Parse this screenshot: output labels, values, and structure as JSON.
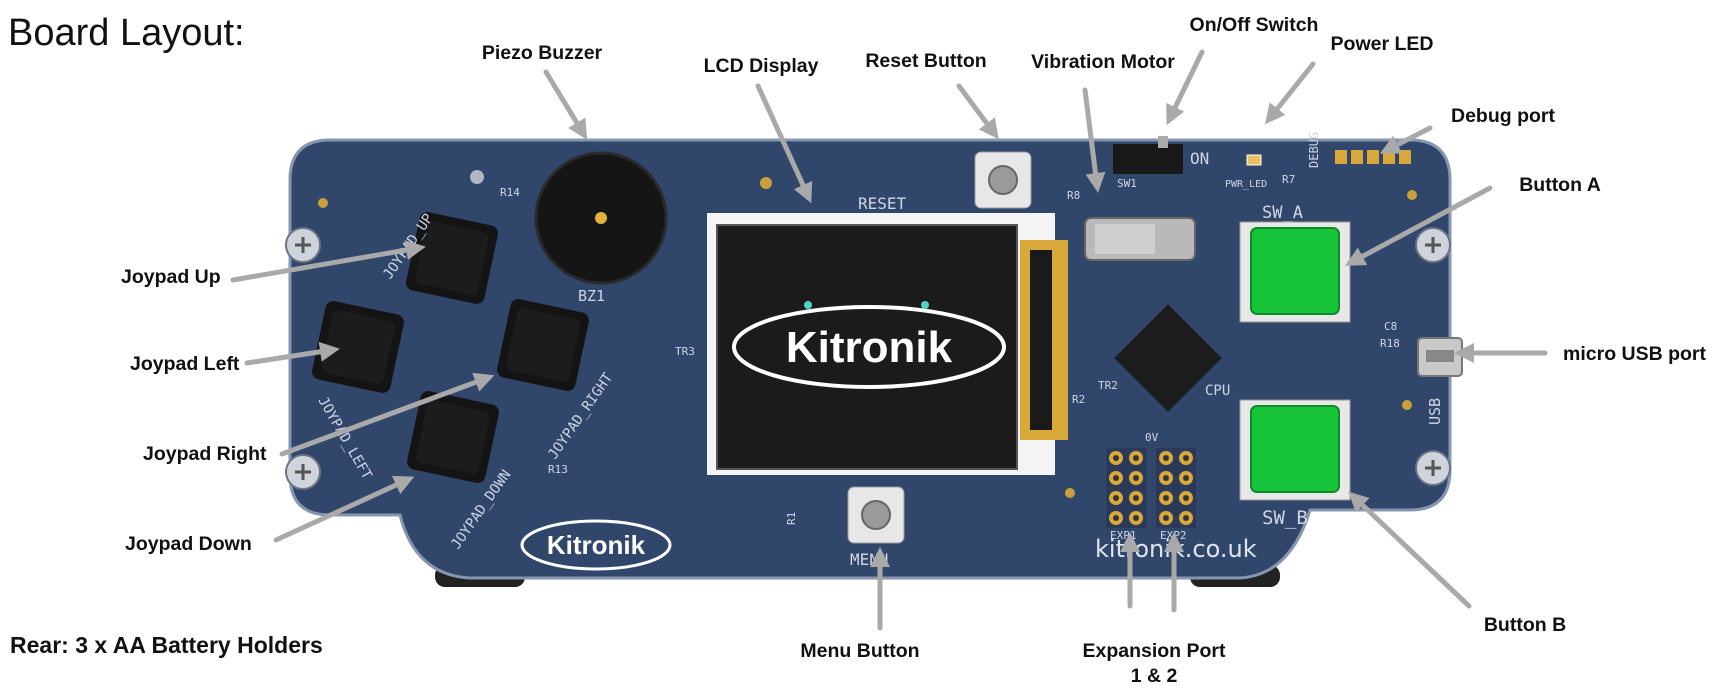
{
  "title": "Board Layout:",
  "rear_note": "Rear: 3 x AA Battery Holders",
  "labels": {
    "piezo": "Piezo Buzzer",
    "lcd": "LCD Display",
    "reset": "Reset Button",
    "vibration": "Vibration Motor",
    "onoff": "On/Off Switch",
    "power_led": "Power LED",
    "debug": "Debug port",
    "button_a": "Button A",
    "usb": "micro USB port",
    "button_b": "Button B",
    "expansion_line1": "Expansion Port",
    "expansion_line2": "1 & 2",
    "menu": "Menu Button",
    "joy_up": "Joypad Up",
    "joy_left": "Joypad Left",
    "joy_right": "Joypad Right",
    "joy_down": "Joypad Down"
  },
  "board": {
    "logo_screen": "Kitronik",
    "logo_board": "Kitronik",
    "website": "kitronik.co.uk",
    "silk": {
      "bz1": "BZ1",
      "reset": "RESET",
      "menu": "MENU",
      "on": "ON",
      "sw1": "SW1",
      "pwr_led": "PWR_LED",
      "debug": "DEBUG",
      "sw_a": "SW_A",
      "sw_b": "SW_B",
      "cpu": "CPU",
      "usb": "USB",
      "exp1": "EXP1",
      "exp2": "EXP2",
      "zero_v": "0V",
      "joy_up": "JOYPAD_UP",
      "joy_left": "JOYPAD_LEFT",
      "joy_down": "JOYPAD_DOWN",
      "joy_right": "JOYPAD_RIGHT",
      "r7": "R7",
      "r8": "R8",
      "r18": "R18",
      "c8": "C8",
      "tr2": "TR2",
      "tr3": "TR3",
      "r1": "R1",
      "r2": "R2",
      "r13": "R13",
      "r14": "R14"
    }
  },
  "colors": {
    "board": "#31466b",
    "board_edge": "#8796b0",
    "button_green": "#17c43a",
    "key_black": "#141414",
    "arrow": "#a9a9a9"
  }
}
